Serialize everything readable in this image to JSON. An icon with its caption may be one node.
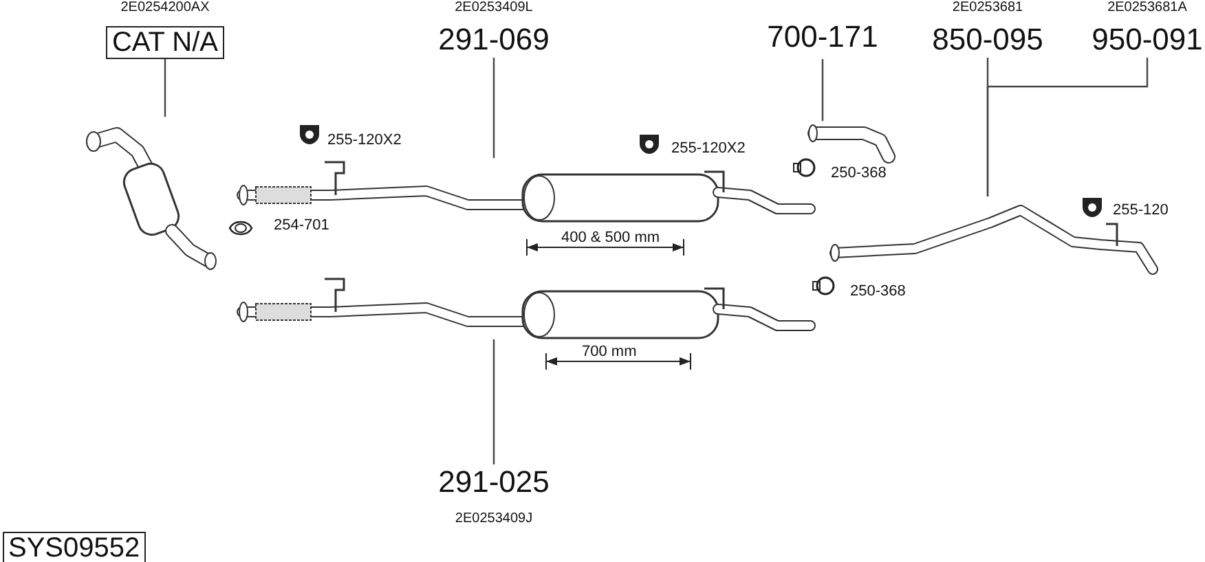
{
  "diagram": {
    "nodes": [
      {
        "text": [
          "2E0254200AX",
          "CAT N/A"
        ]
      },
      {
        "text": [],
        "shape": "picture"
      },
      {
        "text": [
          "2E0253409L",
          "291-069"
        ]
      },
      {
        "text": [],
        "shape": "picture"
      },
      {
        "text": [
          "700-171"
        ]
      },
      {
        "text": [],
        "shape": "picture"
      },
      {
        "text": [
          "2E0253681",
          "850-095"
        ]
      },
      {
        "text": [
          "2E0253681A",
          "950-091"
        ]
      },
      {
        "text": [],
        "shape": "picture"
      },
      {
        "text": [],
        "shape": "picture"
      },
      {
        "text": [
          "291-025",
          "2E0253409J"
        ]
      },
      {
        "text": [
          "SYS09552"
        ]
      }
    ],
    "edges": [
      {
        "from": 0,
        "to": 1,
        "arrow": "none"
      },
      {
        "from": 2,
        "to": 3,
        "arrow": "none"
      },
      {
        "from": 4,
        "to": 5,
        "arrow": "none"
      },
      {
        "from": 6,
        "to": 8,
        "arrow": "none"
      },
      {
        "from": 7,
        "to": 8,
        "arrow": "none"
      },
      {
        "from": 10,
        "to": 9,
        "arrow": "none"
      }
    ],
    "labels": [
      "255-120X2",
      "255-120X2",
      "250-368",
      "254-701",
      "255-120",
      "400 & 500 mm",
      "250-368",
      "700 mm"
    ]
  }
}
